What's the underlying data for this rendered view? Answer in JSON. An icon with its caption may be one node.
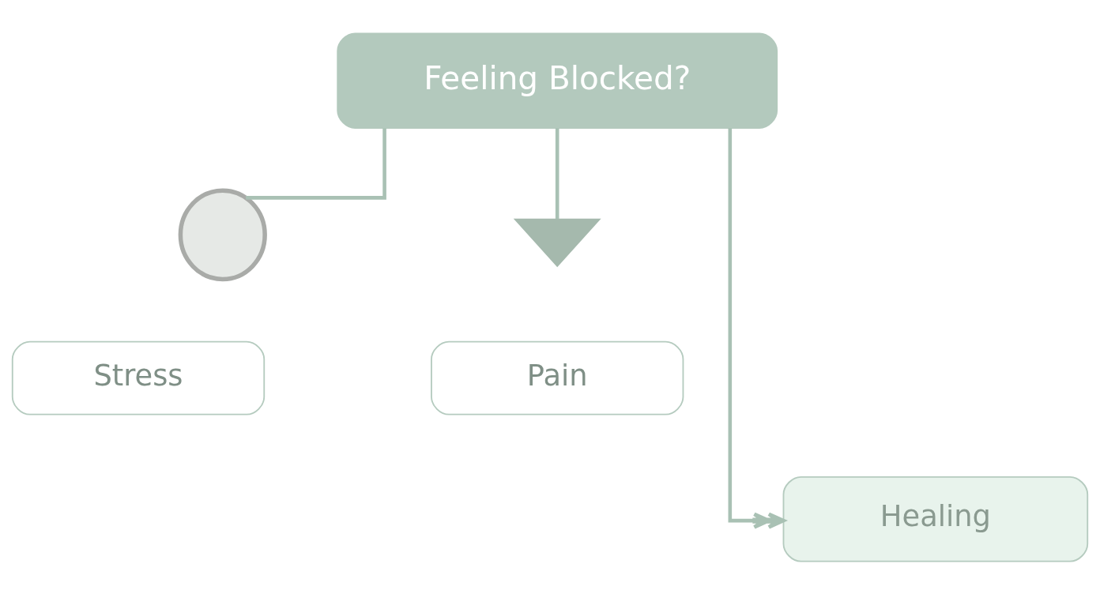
{
  "diagram": {
    "nodes": [
      {
        "text": [
          "Feeling Blocked?"
        ]
      },
      {
        "text": [],
        "shape": "brain"
      },
      {
        "text": [
          "Stress"
        ]
      },
      {
        "text": [],
        "shape": "heart"
      },
      {
        "text": [
          "Pain"
        ]
      },
      {
        "text": [
          "Healing"
        ]
      }
    ],
    "edges": [
      {
        "from": 0,
        "to": 1,
        "arrow": "none"
      },
      {
        "from": 0,
        "to": 3,
        "arrow": "none"
      },
      {
        "from": 0,
        "to": 5,
        "arrow": "to"
      }
    ]
  }
}
